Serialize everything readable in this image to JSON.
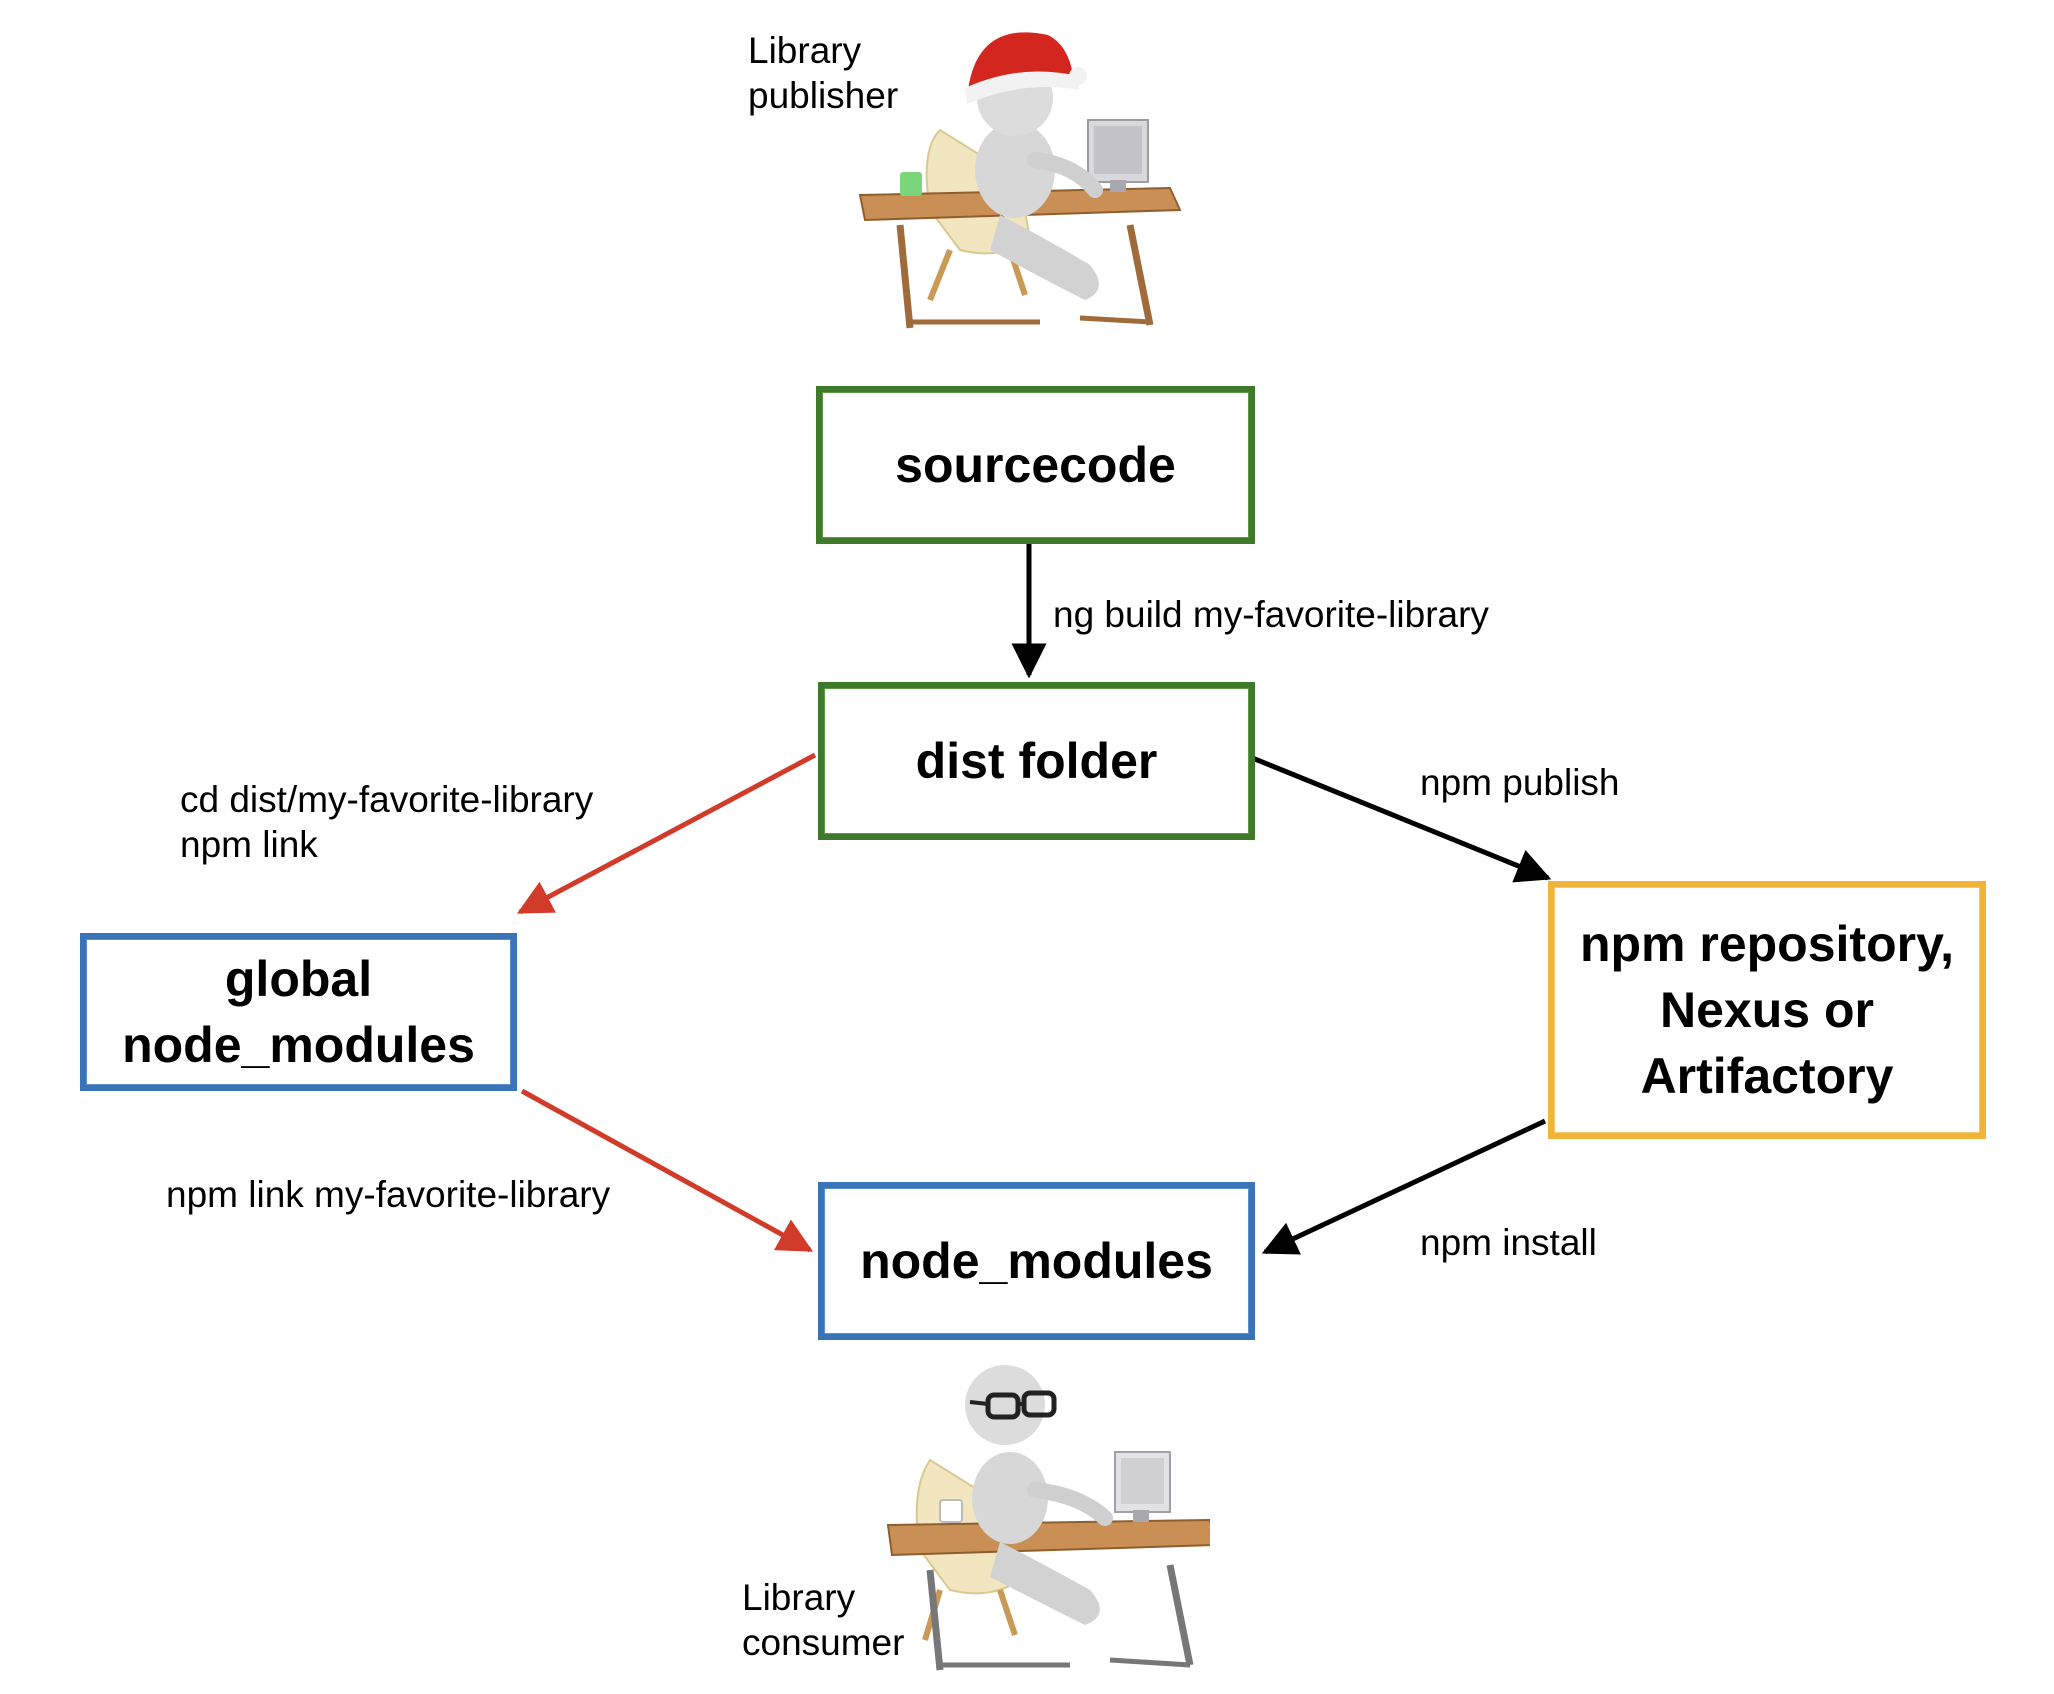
{
  "actors": {
    "publisher": {
      "label": "Library\npublisher"
    },
    "consumer": {
      "label": "Library\nconsumer"
    }
  },
  "nodes": {
    "sourcecode": "sourcecode",
    "dist": "dist folder",
    "global": "global\nnode_modules",
    "repo": "npm repository,\nNexus or\nArtifactory",
    "node_modules": "node_modules"
  },
  "edges": {
    "build": "ng build my-favorite-library",
    "link_global": "cd dist/my-favorite-library\nnpm link",
    "publish": "npm publish",
    "link_local": "npm link my-favorite-library",
    "install": "npm install"
  },
  "colors": {
    "green": "#3e7a29",
    "blue": "#3b73b9",
    "yellow": "#f0b43a",
    "red_arrow": "#d13b2a",
    "black_arrow": "#000000"
  }
}
